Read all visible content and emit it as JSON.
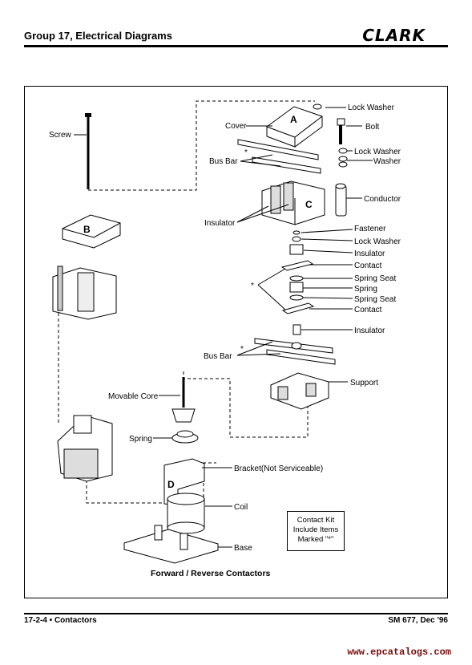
{
  "header": {
    "title": "Group 17, Electrical Diagrams",
    "brand": "CLARK"
  },
  "diagram": {
    "caption": "Forward / Reverse Contactors",
    "part_letters": {
      "a": "A",
      "b": "B",
      "c": "C",
      "d": "D"
    },
    "asterisks": [
      "*",
      "*",
      "*"
    ],
    "labels": {
      "screw": "Screw",
      "lock_washer_top": "Lock Washer",
      "cover": "Cover",
      "bolt": "Bolt",
      "lock_washer_2": "Lock Washer",
      "bus_bar_top": "Bus Bar",
      "washer": "Washer",
      "conductor": "Conductor",
      "insulator_c": "Insulator",
      "fastener": "Fastener",
      "lock_washer_3": "Lock Washer",
      "insulator_2": "Insulator",
      "contact_1": "Contact",
      "spring_seat_1": "Spring Seat",
      "spring_mid": "Spring",
      "spring_seat_2": "Spring Seat",
      "contact_2": "Contact",
      "insulator_3": "Insulator",
      "bus_bar_bottom": "Bus Bar",
      "support": "Support",
      "movable_core": "Movable Core",
      "spring_core": "Spring",
      "bracket": "Bracket(Not Serviceable)",
      "coil": "Coil",
      "base": "Base"
    },
    "note": {
      "line1": "Contact Kit",
      "line2": "Include Items",
      "line3": "Marked \"*\""
    }
  },
  "footer": {
    "left": "17-2-4 • Contactors",
    "right": "SM 677, Dec '96"
  },
  "watermark": "www.epcatalogs.com"
}
